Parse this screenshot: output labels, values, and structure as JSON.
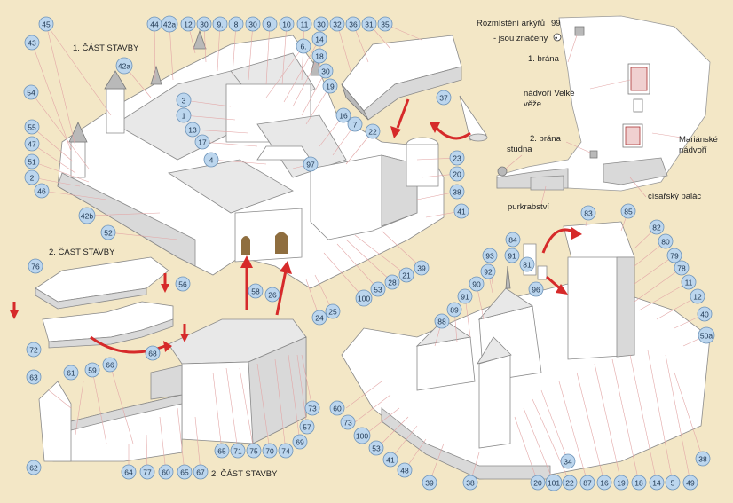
{
  "headings": {
    "part1": "1. ČÁST STAVBY",
    "part2_top": "2. ČÁST STAVBY",
    "part2_bottom": "2. ČÁST STAVBY"
  },
  "legend": {
    "line1": "Rozmístění arkýřů",
    "line1_num": "99",
    "line2": "- jsou značeny",
    "line2_symbol": "•"
  },
  "map_labels": {
    "gate1": "1. brána",
    "courtyard_line1": "nádvoří Velké",
    "courtyard_line2": "věže",
    "marian_line1": "Mariánské",
    "marian_line2": "nádvoří",
    "gate2": "2. brána",
    "well": "studna",
    "palace": "císařský palác",
    "burgrave": "purkrabství"
  },
  "labels": [
    {
      "id": "n45a",
      "text": "45"
    },
    {
      "id": "n44",
      "text": "44"
    },
    {
      "id": "n42a",
      "text": "42a"
    },
    {
      "id": "n12a",
      "text": "12"
    },
    {
      "id": "n30a",
      "text": "30"
    },
    {
      "id": "n9a",
      "text": "9."
    },
    {
      "id": "n8",
      "text": "8"
    },
    {
      "id": "n30b",
      "text": "30"
    },
    {
      "id": "n9b",
      "text": "9."
    },
    {
      "id": "n10a",
      "text": "10"
    },
    {
      "id": "n11a",
      "text": "11"
    },
    {
      "id": "n30c",
      "text": "30"
    },
    {
      "id": "n32",
      "text": "32"
    },
    {
      "id": "n36",
      "text": "36"
    },
    {
      "id": "n31",
      "text": "31"
    },
    {
      "id": "n35",
      "text": "35"
    },
    {
      "id": "n43",
      "text": "43"
    },
    {
      "id": "n6",
      "text": "6."
    },
    {
      "id": "n14a",
      "text": "14"
    },
    {
      "id": "n18a",
      "text": "18"
    },
    {
      "id": "n42a2",
      "text": "42a"
    },
    {
      "id": "n30d",
      "text": "30"
    },
    {
      "id": "n19a",
      "text": "19"
    },
    {
      "id": "n54",
      "text": "54"
    },
    {
      "id": "n3",
      "text": "3"
    },
    {
      "id": "n1",
      "text": "1"
    },
    {
      "id": "n37",
      "text": "37"
    },
    {
      "id": "n16a",
      "text": "16"
    },
    {
      "id": "n7",
      "text": "7"
    },
    {
      "id": "n55",
      "text": "55"
    },
    {
      "id": "n13",
      "text": "13"
    },
    {
      "id": "n22a",
      "text": "22"
    },
    {
      "id": "n47",
      "text": "47"
    },
    {
      "id": "n17",
      "text": "17"
    },
    {
      "id": "n51",
      "text": "51"
    },
    {
      "id": "n4",
      "text": "4"
    },
    {
      "id": "n97",
      "text": "97"
    },
    {
      "id": "n23",
      "text": "23"
    },
    {
      "id": "n2",
      "text": "2"
    },
    {
      "id": "n20a",
      "text": "20"
    },
    {
      "id": "n46",
      "text": "46"
    },
    {
      "id": "n38a",
      "text": "38"
    },
    {
      "id": "n41a",
      "text": "41"
    },
    {
      "id": "n42b",
      "text": "42b"
    },
    {
      "id": "n52",
      "text": "52"
    },
    {
      "id": "n76",
      "text": "76"
    },
    {
      "id": "n39a",
      "text": "39"
    },
    {
      "id": "n56",
      "text": "56"
    },
    {
      "id": "n21a",
      "text": "21"
    },
    {
      "id": "n28a",
      "text": "28"
    },
    {
      "id": "n53a",
      "text": "53"
    },
    {
      "id": "n58",
      "text": "58"
    },
    {
      "id": "n26",
      "text": "26"
    },
    {
      "id": "n100a",
      "text": "100"
    },
    {
      "id": "n24",
      "text": "24"
    },
    {
      "id": "n25",
      "text": "25"
    },
    {
      "id": "n72",
      "text": "72"
    },
    {
      "id": "n68",
      "text": "68"
    },
    {
      "id": "n63",
      "text": "63"
    },
    {
      "id": "n61",
      "text": "61"
    },
    {
      "id": "n59",
      "text": "59"
    },
    {
      "id": "n66",
      "text": "66"
    },
    {
      "id": "n73a",
      "text": "73"
    },
    {
      "id": "n69",
      "text": "69"
    },
    {
      "id": "n57",
      "text": "57"
    },
    {
      "id": "n62",
      "text": "62"
    },
    {
      "id": "n64",
      "text": "64"
    },
    {
      "id": "n77",
      "text": "77"
    },
    {
      "id": "n60a",
      "text": "60"
    },
    {
      "id": "n65a",
      "text": "65"
    },
    {
      "id": "n67",
      "text": "67"
    },
    {
      "id": "n65b",
      "text": "65"
    },
    {
      "id": "n71",
      "text": "71"
    },
    {
      "id": "n75",
      "text": "75"
    },
    {
      "id": "n70",
      "text": "70"
    },
    {
      "id": "n74",
      "text": "74"
    },
    {
      "id": "n83",
      "text": "83"
    },
    {
      "id": "n85",
      "text": "85"
    },
    {
      "id": "n84",
      "text": "84"
    },
    {
      "id": "n82",
      "text": "82"
    },
    {
      "id": "n91a",
      "text": "91"
    },
    {
      "id": "n80",
      "text": "80"
    },
    {
      "id": "n93",
      "text": "93"
    },
    {
      "id": "n81",
      "text": "81"
    },
    {
      "id": "n79",
      "text": "79"
    },
    {
      "id": "n92",
      "text": "92"
    },
    {
      "id": "n78",
      "text": "78"
    },
    {
      "id": "n90",
      "text": "90"
    },
    {
      "id": "n96",
      "text": "96"
    },
    {
      "id": "n11b",
      "text": "11"
    },
    {
      "id": "n91b",
      "text": "91"
    },
    {
      "id": "n12b",
      "text": "12"
    },
    {
      "id": "n89",
      "text": "89"
    },
    {
      "id": "n40",
      "text": "40"
    },
    {
      "id": "n88",
      "text": "88"
    },
    {
      "id": "n50a",
      "text": "50a"
    },
    {
      "id": "n60b",
      "text": "60"
    },
    {
      "id": "n73b",
      "text": "73"
    },
    {
      "id": "n100b",
      "text": "100"
    },
    {
      "id": "n53b",
      "text": "53"
    },
    {
      "id": "n41b",
      "text": "41"
    },
    {
      "id": "n48",
      "text": "48"
    },
    {
      "id": "n34",
      "text": "34"
    },
    {
      "id": "n38b",
      "text": "38"
    },
    {
      "id": "n39b",
      "text": "39"
    },
    {
      "id": "n38c",
      "text": "38"
    },
    {
      "id": "n20b",
      "text": "20"
    },
    {
      "id": "n101",
      "text": "101"
    },
    {
      "id": "n22b",
      "text": "22"
    },
    {
      "id": "n87",
      "text": "87"
    },
    {
      "id": "n16b",
      "text": "16"
    },
    {
      "id": "n19b",
      "text": "19"
    },
    {
      "id": "n18b",
      "text": "18"
    },
    {
      "id": "n14b",
      "text": "14"
    },
    {
      "id": "n5",
      "text": "5"
    },
    {
      "id": "n49",
      "text": "49"
    }
  ]
}
